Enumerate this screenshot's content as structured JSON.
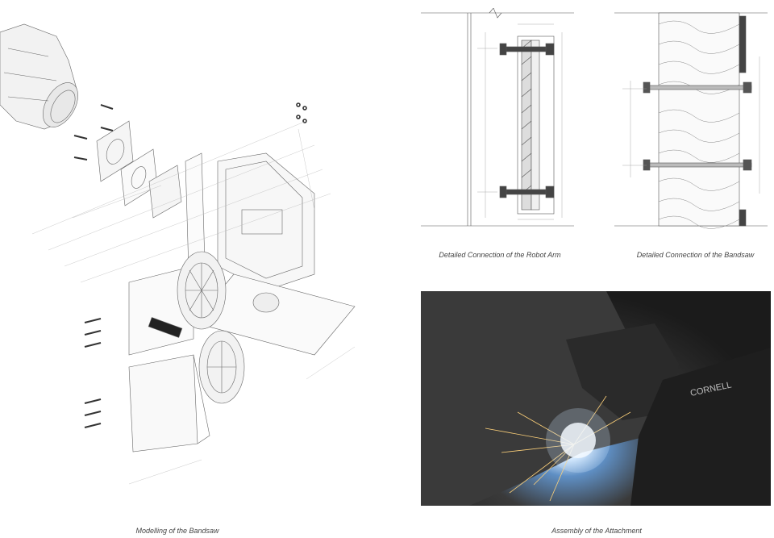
{
  "captions": {
    "bandsaw_model": "Modelling of the Bandsaw",
    "robot_arm_detail": "Detailed Connection of the Robot Arm",
    "bandsaw_detail": "Detailed Connection of the Bandsaw",
    "assembly": "Assembly of the Attachment"
  },
  "photo": {
    "brand_text": "CORNELL"
  },
  "colors": {
    "line": "#555555",
    "hatch": "#8a8a8a",
    "photo_dark": "#1b1b1b",
    "spark": "#ffd27a"
  }
}
